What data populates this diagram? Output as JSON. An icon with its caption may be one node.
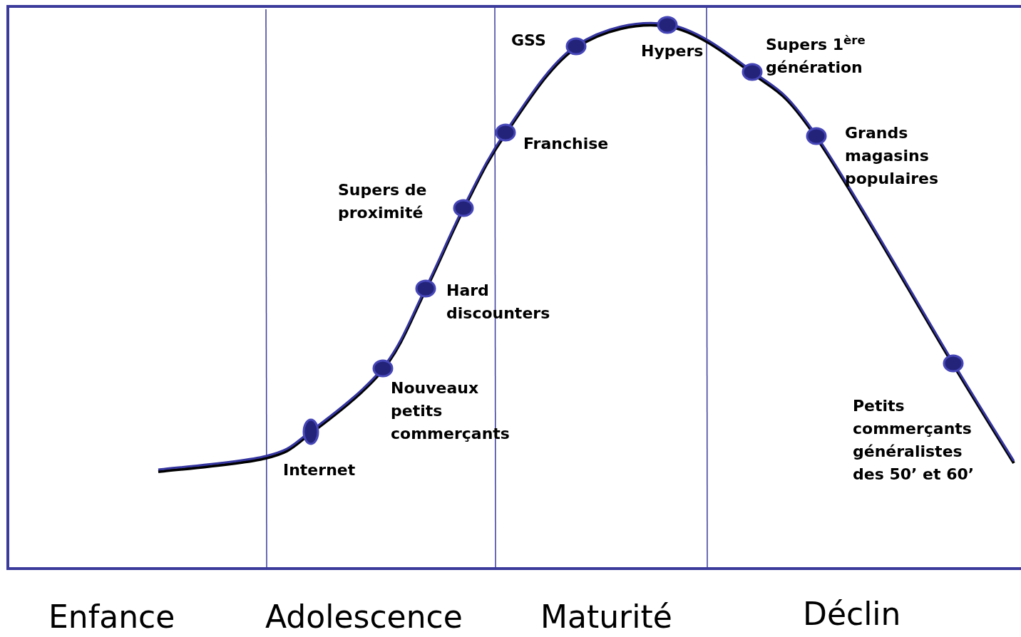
{
  "diagram": {
    "labels": [
      "GSS",
      "Hypers",
      "Supers 1$^{ère}$ génération",
      "Franchise",
      "Grands magasins populaires",
      "Supers de proximité",
      "Hard discounters",
      "Nouveaux petits commerçants",
      "Petits commerçants généralistes des 50’ et 60’",
      "Internet",
      "Enfance",
      "Adolescence",
      "Maturité",
      "Déclin"
    ]
  }
}
